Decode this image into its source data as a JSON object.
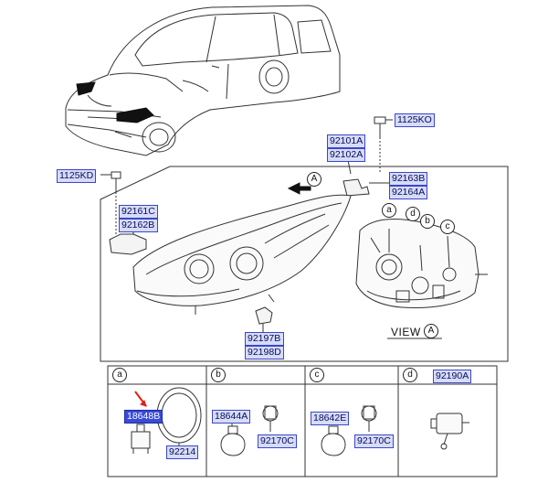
{
  "parts": {
    "p_1125ko": "1125KO",
    "p_1125kd": "1125KD",
    "p_92101a": "92101A",
    "p_92102a": "92102A",
    "p_92163b": "92163B",
    "p_92164a": "92164A",
    "p_92161c": "92161C",
    "p_92162b": "92162B",
    "p_92197b": "92197B",
    "p_92198d": "92198D",
    "p_18648b": "18648B",
    "p_92214": "92214",
    "p_18644a": "18644A",
    "p_92170c_b": "92170C",
    "p_18642e": "18642E",
    "p_92170c_c": "92170C",
    "p_92190a": "92190A"
  },
  "callouts": {
    "view_arrow": "A",
    "rear_a": "a",
    "rear_d": "d",
    "rear_b": "b",
    "rear_c": "c",
    "view_label": "VIEW",
    "view_circle": "A",
    "cell_a": "a",
    "cell_b": "b",
    "cell_c": "c",
    "cell_d": "d"
  },
  "colors": {
    "label_bg": "#d6dcf7",
    "label_border": "#3b47c8",
    "selected_bg": "#3a4bd8",
    "pointer_arrow": "#e0201a"
  },
  "selected_part": "18648B"
}
